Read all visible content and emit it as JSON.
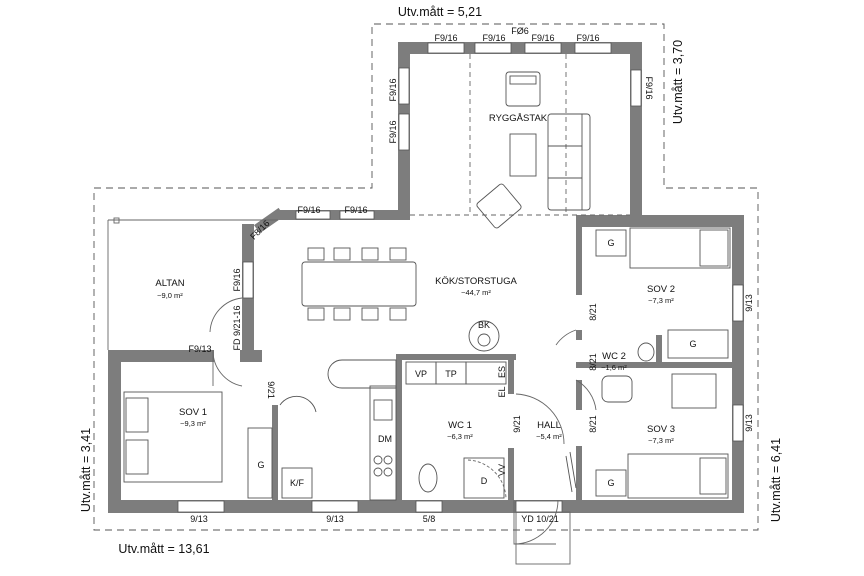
{
  "dimensions": {
    "top_width": "Utv.mått = 5,21",
    "top_module": "FØ6",
    "right_upper": "Utv.mått = 3,70",
    "right_lower": "Utv.mått = 6,41",
    "left": "Utv.mått = 3,41",
    "bottom": "Utv.mått = 13,61"
  },
  "rooms": {
    "ryggastak": {
      "name": "RYGGÅSTAK"
    },
    "altan": {
      "name": "ALTAN",
      "area": "~9,0 m²"
    },
    "kok": {
      "name": "KÖK/STORSTUGA",
      "area": "~44,7 m²"
    },
    "sov1": {
      "name": "SOV 1",
      "area": "~9,3 m²"
    },
    "sov2": {
      "name": "SOV 2",
      "area": "~7,3 m²"
    },
    "sov3": {
      "name": "SOV 3",
      "area": "~7,3 m²"
    },
    "wc1": {
      "name": "WC 1",
      "area": "~6,3 m²"
    },
    "wc2": {
      "name": "WC 2",
      "area": "~1,6 m²"
    },
    "hall": {
      "name": "HALL",
      "area": "~5,4 m²"
    }
  },
  "windows": {
    "f916": "F9/16",
    "f816": "F8/16",
    "f913": "F9/13",
    "fd": "FD 9/21-16",
    "w913": "9/13",
    "w58": "5/8",
    "yd": "YD 10/21"
  },
  "doors": {
    "d921": "9/21",
    "d821": "8/21"
  },
  "fixtures": {
    "bk": "BK",
    "vp": "VP",
    "tp": "TP",
    "dm": "DM",
    "kf": "K/F",
    "g": "G",
    "d": "D",
    "es": "ES",
    "el": "EL",
    "vv": "VV"
  }
}
